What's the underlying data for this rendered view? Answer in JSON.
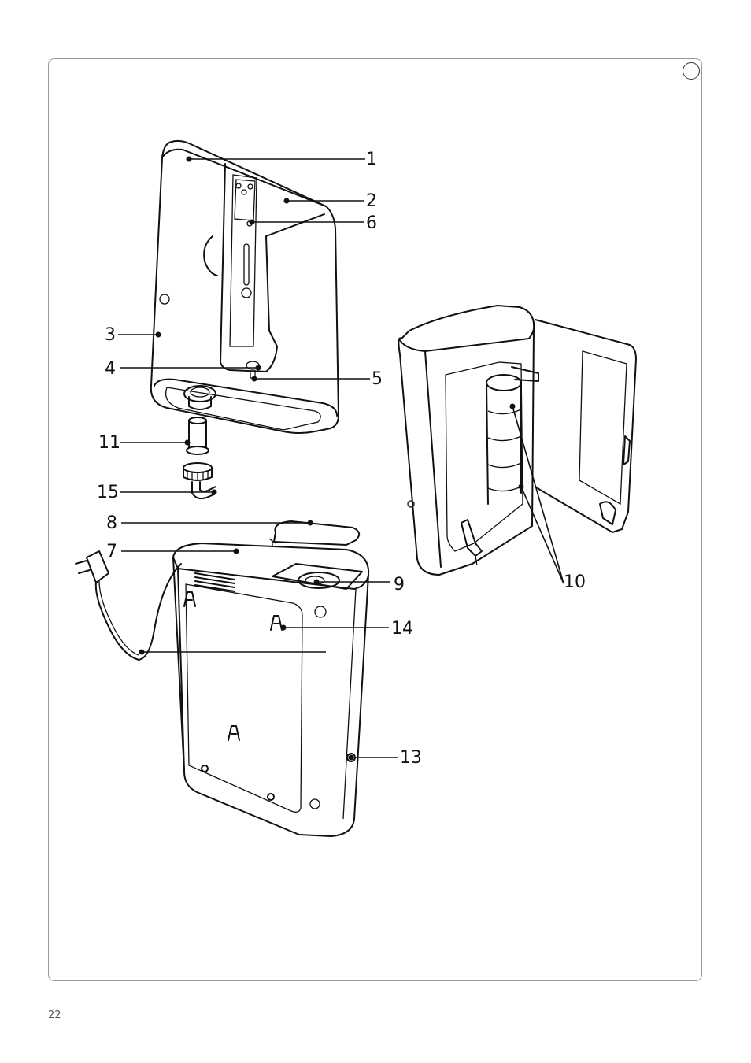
{
  "page_number": "22",
  "callouts": [
    {
      "id": "c1",
      "label": "1"
    },
    {
      "id": "c2",
      "label": "2"
    },
    {
      "id": "c6",
      "label": "6"
    },
    {
      "id": "c3",
      "label": "3"
    },
    {
      "id": "c4",
      "label": "4"
    },
    {
      "id": "c5",
      "label": "5"
    },
    {
      "id": "c11",
      "label": "11"
    },
    {
      "id": "c15",
      "label": "15"
    },
    {
      "id": "c8",
      "label": "8"
    },
    {
      "id": "c7",
      "label": "7"
    },
    {
      "id": "c9",
      "label": "9"
    },
    {
      "id": "c10",
      "label": "10"
    },
    {
      "id": "c14",
      "label": "14"
    },
    {
      "id": "c13",
      "label": "13"
    }
  ]
}
